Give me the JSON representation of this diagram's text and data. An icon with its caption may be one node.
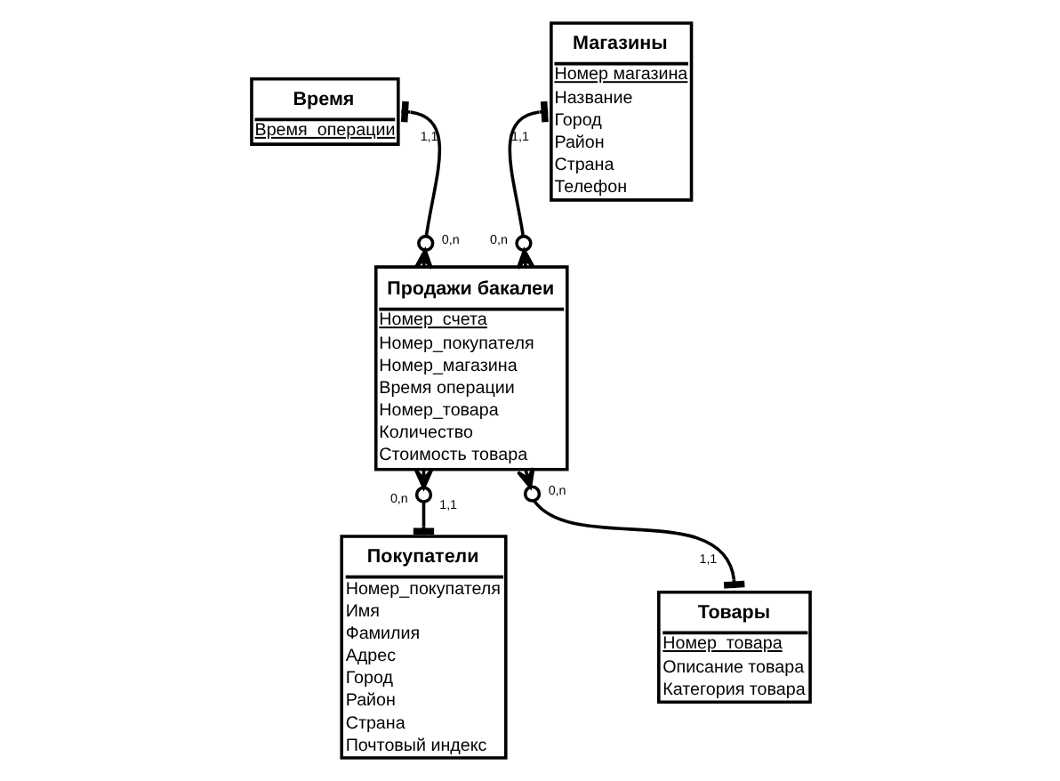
{
  "diagram": {
    "nodes": [
      {
        "text": [
          "Время",
          "Время_операции"
        ]
      },
      {
        "text": [
          "Магазины",
          "Номер магазина",
          "Название",
          "Город",
          "Район",
          "Страна",
          "Телефон"
        ]
      },
      {
        "text": [
          "Продажи бакалеи",
          "Номер_счета",
          "Номер_покупателя",
          "Номер_магазина",
          "Время операции",
          "Номер_товара",
          "Количество",
          "Стоимость товара"
        ]
      },
      {
        "text": [
          "Покупатели",
          "Номер_покупателя",
          "Имя",
          "Фамилия",
          "Адрес",
          "Город",
          "Район",
          "Страна",
          "Почтовый индекс"
        ]
      },
      {
        "text": [
          "Товары",
          "Номер_товара",
          "Описание товара",
          "Категория товара"
        ]
      }
    ],
    "edges": [
      {
        "from": 0,
        "to": 2,
        "arrow": "other"
      },
      {
        "from": 1,
        "to": 2,
        "arrow": "other"
      },
      {
        "from": 3,
        "to": 2,
        "arrow": "other"
      },
      {
        "from": 4,
        "to": 2,
        "arrow": "other"
      }
    ],
    "labels": [
      "1,1",
      "1,1",
      "0,n",
      "0,n",
      "0,n",
      "0,n",
      "1,1",
      "1,1"
    ]
  }
}
